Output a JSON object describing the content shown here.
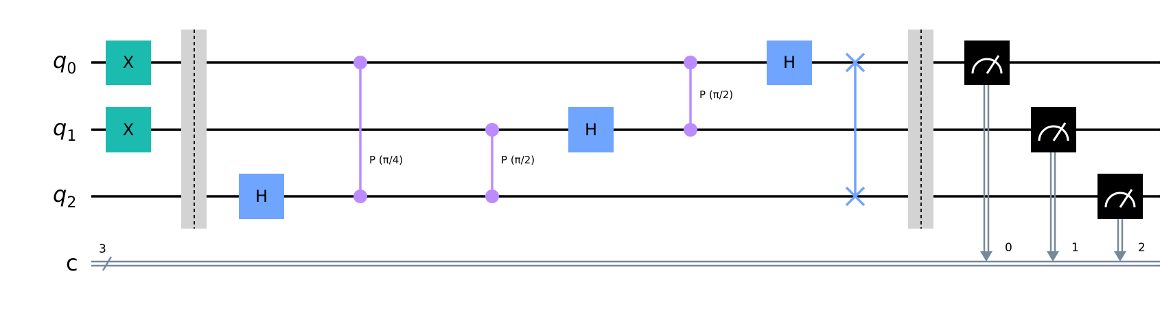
{
  "qubits": [
    {
      "name": "q",
      "index": "0"
    },
    {
      "name": "q",
      "index": "1"
    },
    {
      "name": "q",
      "index": "2"
    }
  ],
  "classical": {
    "name": "c",
    "size": "3",
    "bits": [
      "0",
      "1",
      "2"
    ]
  },
  "gates": {
    "x_label": "X",
    "h_label": "H",
    "cp1_param": "P (π/4)",
    "cp2_param": "P (π/2)",
    "cp3_param": "P (π/2)"
  },
  "colors": {
    "x_gate": "#1bbbb0",
    "h_gate": "#6fa4ff",
    "controlled_phase": "#bb8bff",
    "swap": "#6fa4ff",
    "barrier": "#d3d3d3",
    "measure": "#000000",
    "classical_wire": "#778899"
  }
}
